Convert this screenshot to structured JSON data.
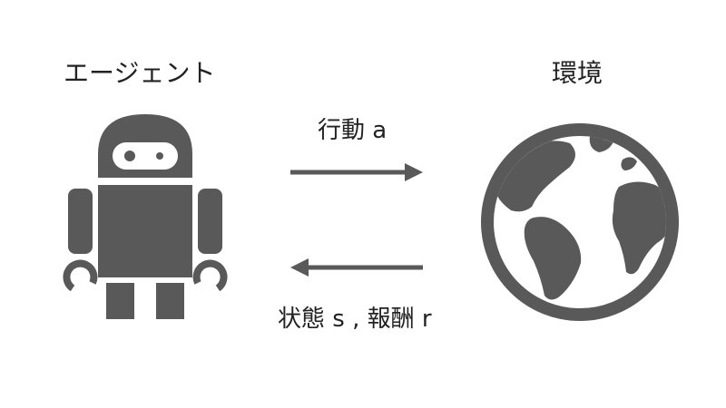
{
  "agent": {
    "title": "エージェント",
    "icon": "robot-icon"
  },
  "environment": {
    "title": "環境",
    "icon": "globe-icon"
  },
  "arrows": {
    "action_label": "行動 a",
    "feedback_label": "状態 s , 報酬 r"
  },
  "colors": {
    "icon": "#595959",
    "text": "#222222",
    "background": "#ffffff"
  }
}
